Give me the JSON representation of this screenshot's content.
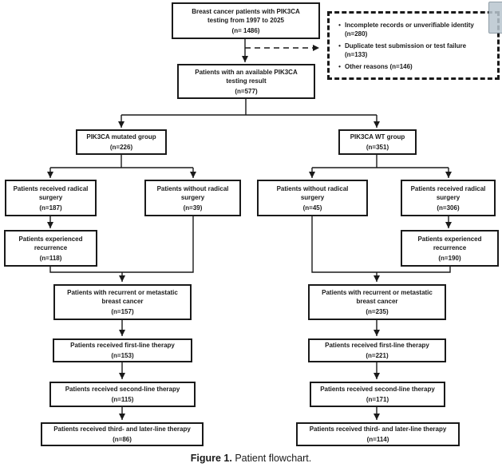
{
  "colors": {
    "line": "#1a1a1a",
    "background": "#ffffff"
  },
  "caption": {
    "label": "Figure 1.",
    "text": " Patient flowchart."
  },
  "exclusions": {
    "bullet": "•",
    "items": [
      {
        "text": "Incomplete records or unverifiable identity",
        "n": "(n=280)"
      },
      {
        "text": "Duplicate test submission or test failure",
        "n": "(n=133)"
      },
      {
        "text": "Other reasons (n=146)",
        "n": ""
      }
    ]
  },
  "boxes": {
    "total": {
      "l1": "Breast cancer patients with PIK3CA",
      "l2": "testing from 1997 to 2025",
      "n": "(n= 1486)"
    },
    "available": {
      "l1": "Patients with an available PIK3CA",
      "l2": "testing result",
      "n": "(n=577)"
    },
    "mutated_group": {
      "l1": "PIK3CA mutated group",
      "n": "(n=226)"
    },
    "wt_group": {
      "l1": "PIK3CA WT group",
      "n": "(n=351)"
    },
    "mut_radical": {
      "l1": "Patients received radical",
      "l2": "surgery",
      "n": "(n=187)"
    },
    "mut_no_surgery": {
      "l1": "Patients without radical",
      "l2": "surgery",
      "n": "(n=39)"
    },
    "wt_no_surgery": {
      "l1": "Patients without radical",
      "l2": "surgery",
      "n": "(n=45)"
    },
    "wt_radical": {
      "l1": "Patients received radical",
      "l2": "surgery",
      "n": "(n=306)"
    },
    "mut_recurrence": {
      "l1": "Patients experienced",
      "l2": "recurrence",
      "n": "(n=118)"
    },
    "wt_recurrence": {
      "l1": "Patients experienced",
      "l2": "recurrence",
      "n": "(n=190)"
    },
    "mut_metastatic": {
      "l1": "Patients with recurrent or metastatic",
      "l2": "breast cancer",
      "n": "(n=157)"
    },
    "wt_metastatic": {
      "l1": "Patients with recurrent or metastatic",
      "l2": "breast cancer",
      "n": "(n=235)"
    },
    "mut_first_line": {
      "l1": "Patients received first-line therapy",
      "n": "(n=153)"
    },
    "wt_first_line": {
      "l1": "Patients received first-line therapy",
      "n": "(n=221)"
    },
    "mut_second_line": {
      "l1": "Patients received second-line therapy",
      "n": "(n=115)"
    },
    "wt_second_line": {
      "l1": "Patients received second-line therapy",
      "n": "(n=171)"
    },
    "mut_third_line": {
      "l1": "Patients received third- and later-line therapy",
      "n": "(n=86)"
    },
    "wt_third_line": {
      "l1": "Patients received third- and later-line therapy",
      "n": "(n=114)"
    }
  }
}
